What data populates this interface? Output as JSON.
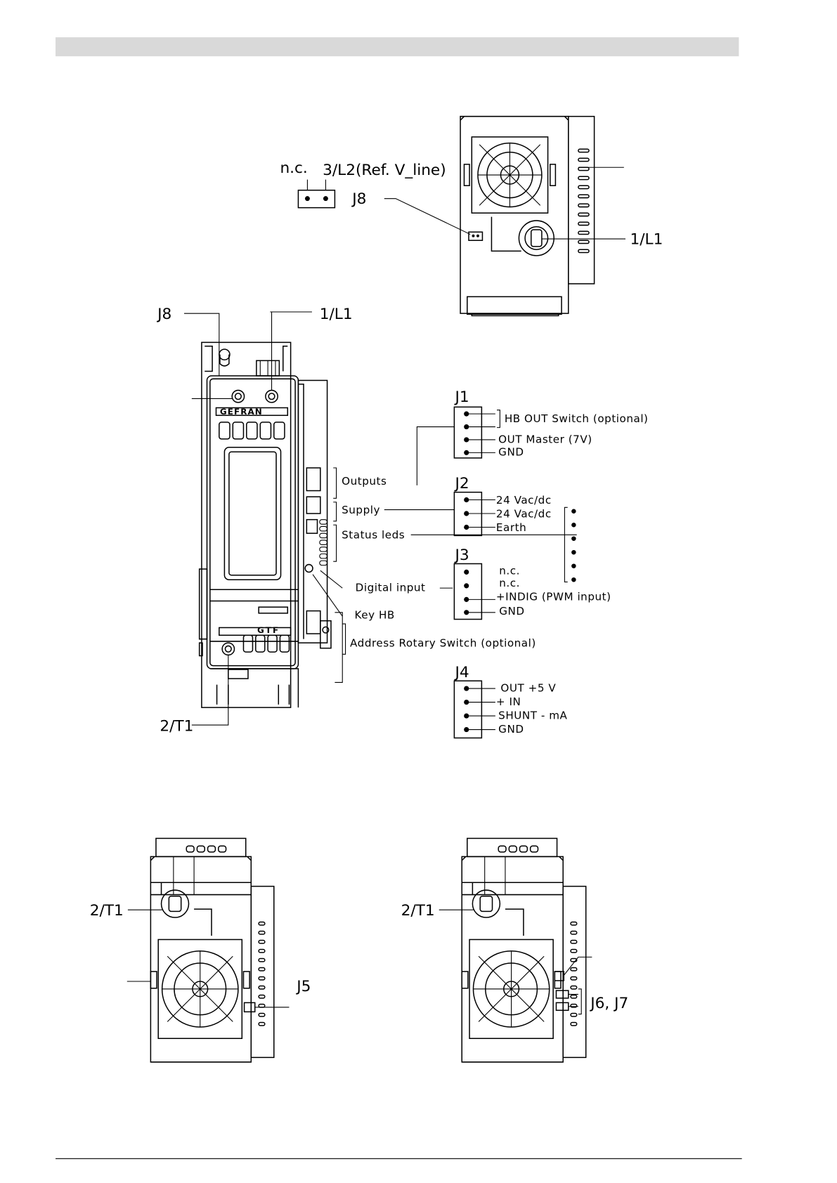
{
  "labels": {
    "top": {
      "nc": "n.c.",
      "l2": "3/L2(Ref. V_line)",
      "j8": "J8",
      "l1": "1/L1"
    },
    "front": {
      "j8": "J8",
      "l1": "1/L1",
      "t1": "2/T1",
      "brand": "GEFRAN",
      "model": "GTF",
      "outputs": "Outputs",
      "supply": "Supply",
      "status_leds": "Status leds",
      "digital_input": "Digital input",
      "key_hb": "Key HB",
      "address_switch": "Address Rotary Switch (optional)"
    },
    "bottom_left": {
      "t1": "2/T1",
      "j5": "J5"
    },
    "bottom_right": {
      "t1": "2/T1",
      "j6j7": "J6, J7"
    }
  },
  "connectors": {
    "j1": {
      "name": "J1",
      "pins": [
        "HB OUT Switch (optional)",
        "OUT Master (7V)",
        "GND"
      ]
    },
    "j2": {
      "name": "J2",
      "pins": [
        "24 Vac/dc",
        "24 Vac/dc",
        "Earth"
      ]
    },
    "j3": {
      "name": "J3",
      "pins": [
        "n.c.",
        "n.c.",
        "+INDIG (PWM input)",
        "GND"
      ]
    },
    "j4": {
      "name": "J4",
      "pins": [
        "OUT +5 V",
        "+ IN",
        "SHUNT - mA",
        "GND"
      ]
    }
  },
  "colors": {
    "header_bar": "#d9d9d9",
    "line": "#000000"
  }
}
